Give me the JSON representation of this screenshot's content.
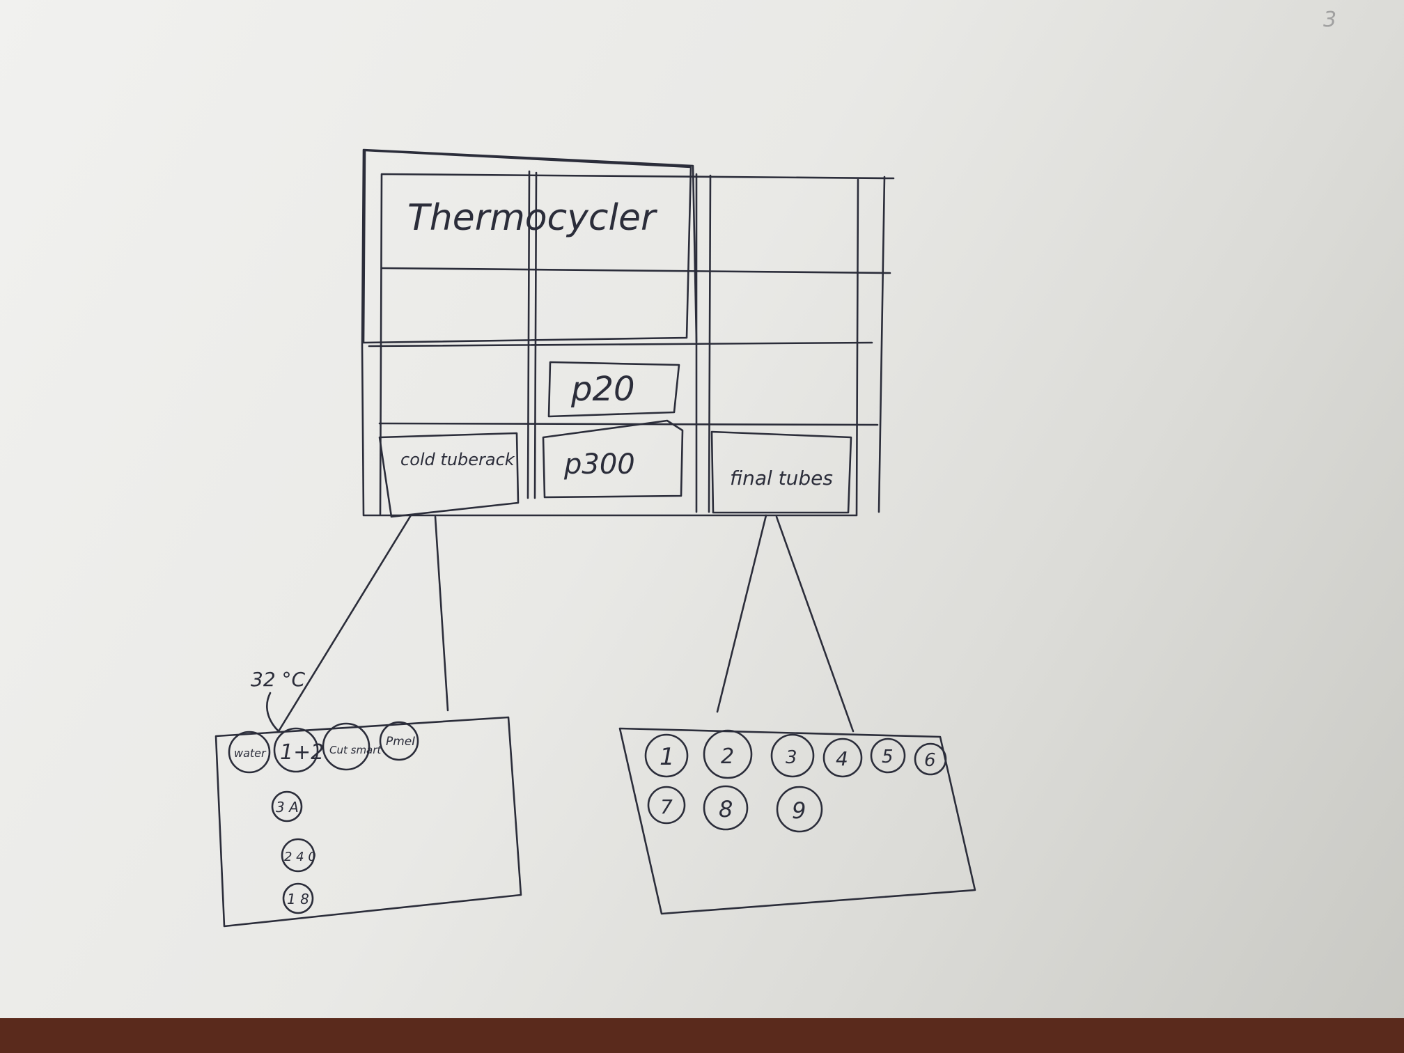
{
  "deck": {
    "thermocycler": "Thermocycler",
    "p20": "p20",
    "p300": "p300",
    "cold_tuberack": "cold tuberack",
    "final_tubes": "final tubes"
  },
  "cold_rack": {
    "annotation": "32 °C",
    "tubes": [
      "water",
      "1+2",
      "Cut smart",
      "PmeI",
      "3 A",
      "2 4 0",
      "1 8"
    ]
  },
  "final_rack": {
    "tubes": [
      "1",
      "2",
      "3",
      "4",
      "5",
      "6",
      "7",
      "8",
      "9"
    ]
  },
  "corner_mark": "3"
}
